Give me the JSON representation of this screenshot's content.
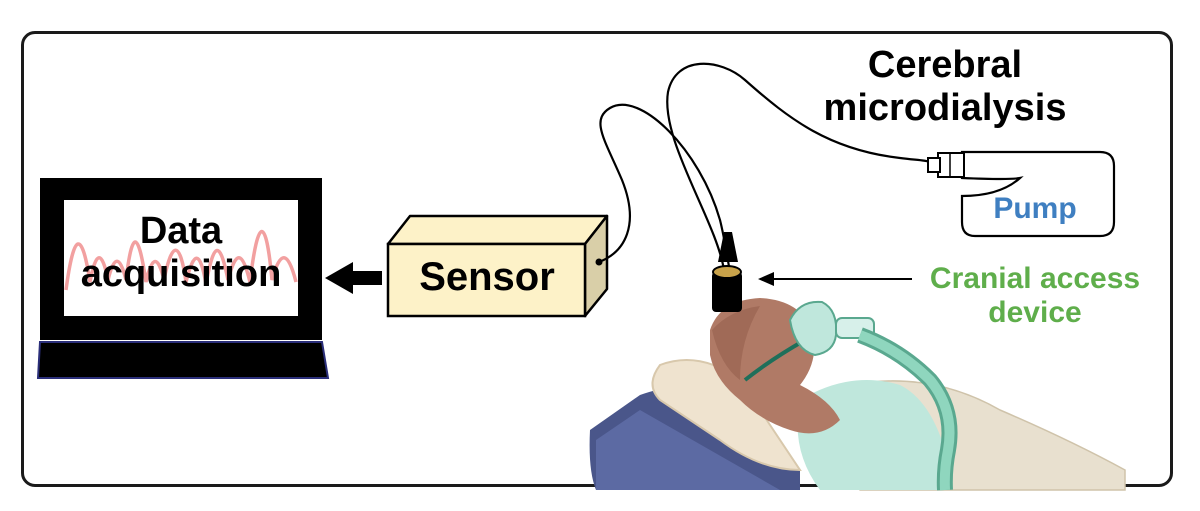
{
  "labels": {
    "data_acquisition": "Data\nacquisition",
    "sensor": "Sensor",
    "cerebral_microdialysis": "Cerebral\nmicrodialysis",
    "pump": "Pump",
    "cranial_access_device": "Cranial access\ndevice"
  },
  "colors": {
    "pump_text": "#3f7fc1",
    "cranial_text": "#5fae4b",
    "sensor_box": "#fdf2c8",
    "signal_wave": "#f2a0a0",
    "laptop_body": "#000000",
    "laptop_keyboard": "#2b2f7a",
    "mask_tube": "#6fc3a6"
  }
}
